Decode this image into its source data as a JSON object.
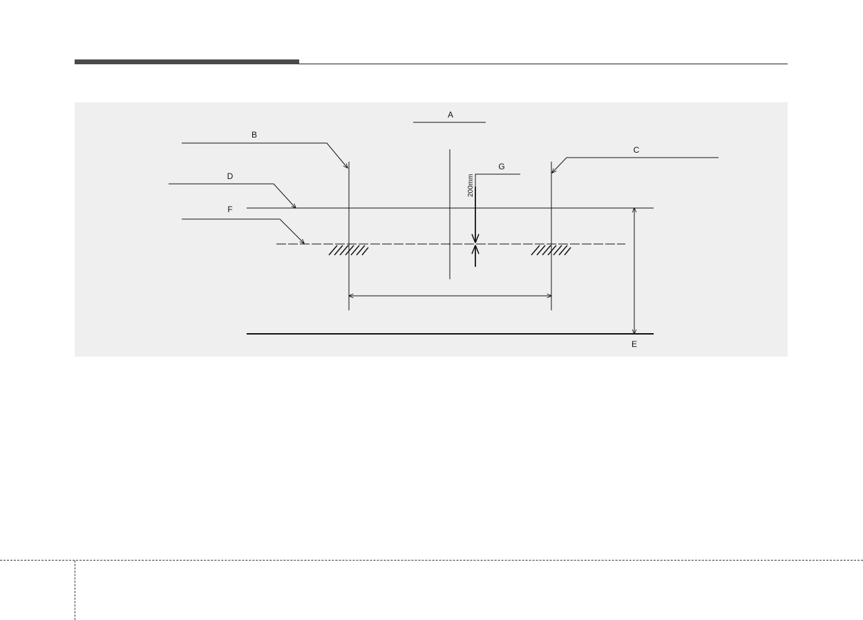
{
  "diagram": {
    "labels": {
      "a": "A",
      "b": "B",
      "c": "C",
      "d": "D",
      "e": "E",
      "f": "F",
      "g": "G"
    },
    "dimension_text": "200mm"
  }
}
